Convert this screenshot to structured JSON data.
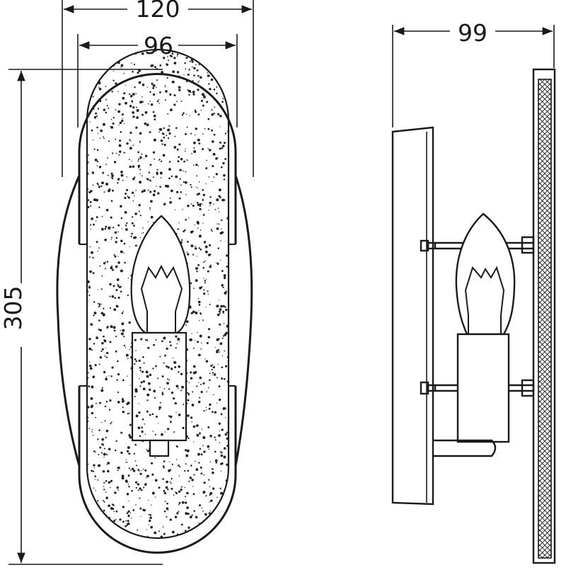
{
  "dimensions": {
    "front_outer_width": "120",
    "front_inner_width": "96",
    "height": "305",
    "side_depth": "99"
  },
  "colors": {
    "line": "#1a1a1a",
    "background": "#ffffff",
    "speckle": "#222222"
  }
}
